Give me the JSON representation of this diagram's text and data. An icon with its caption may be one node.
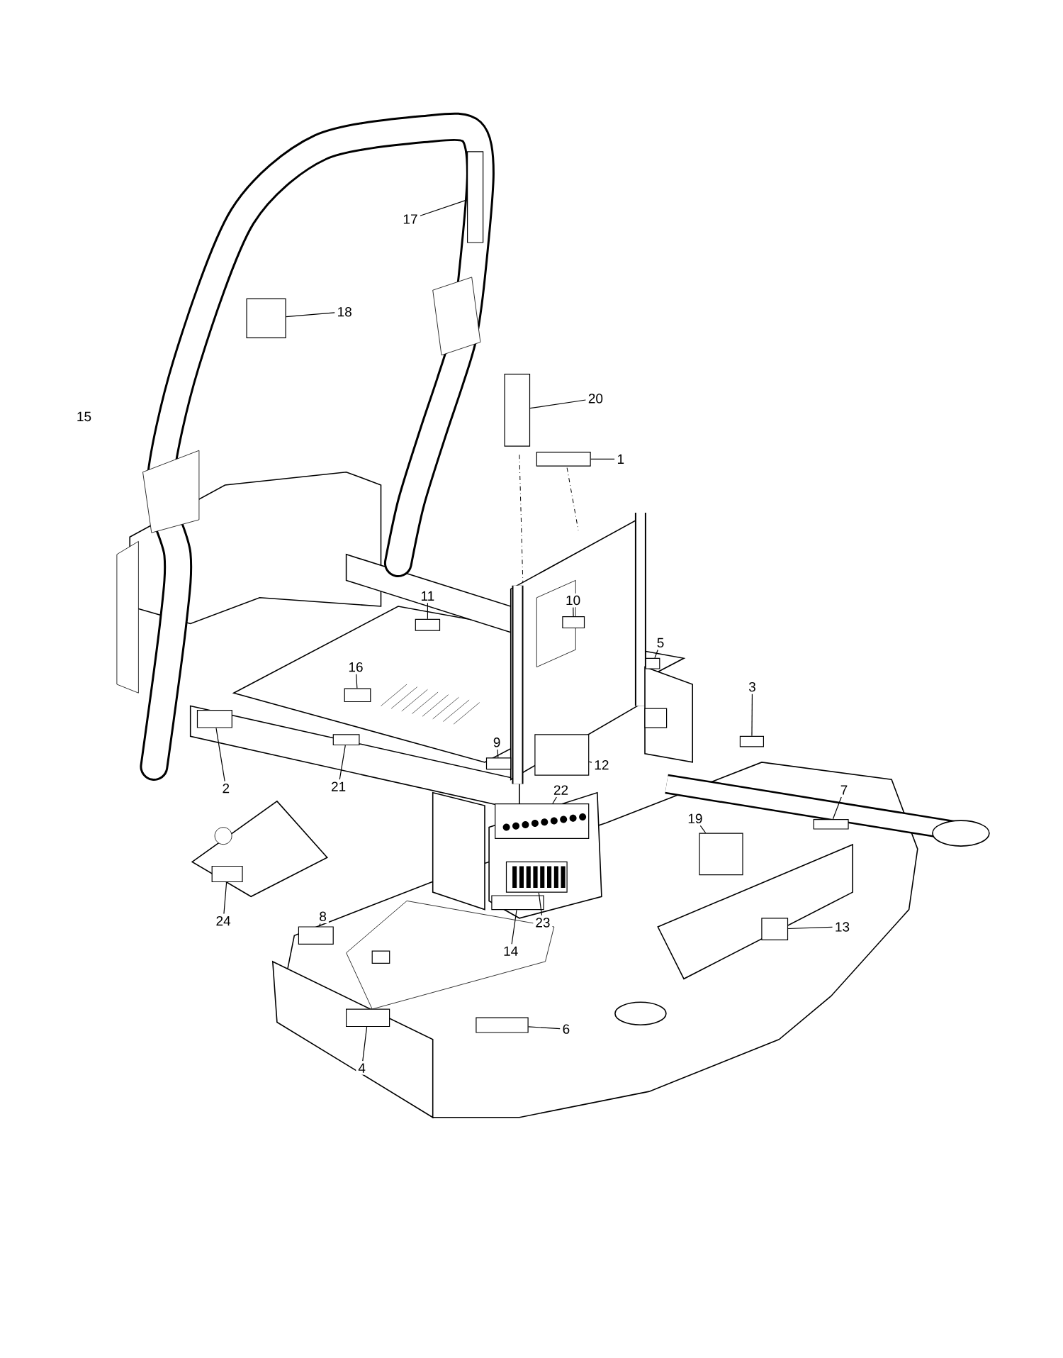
{
  "diagram": {
    "nodes": [
      {
        "text": [
          "17"
        ]
      },
      {
        "text": [
          "18"
        ]
      },
      {
        "text": [
          "20"
        ]
      },
      {
        "text": [
          "1"
        ]
      },
      {
        "text": [
          "11"
        ]
      },
      {
        "text": [
          "10"
        ]
      },
      {
        "text": [
          "16"
        ]
      },
      {
        "text": [
          "5"
        ]
      },
      {
        "text": [
          "3"
        ]
      },
      {
        "text": [
          "9"
        ]
      },
      {
        "text": [
          "12"
        ]
      },
      {
        "text": [
          "2"
        ]
      },
      {
        "text": [
          "21"
        ]
      },
      {
        "text": [
          "7"
        ]
      },
      {
        "text": [
          "22"
        ]
      },
      {
        "text": [
          "19"
        ]
      },
      {
        "text": [
          "24"
        ]
      },
      {
        "text": [
          "23"
        ]
      },
      {
        "text": [
          "14"
        ]
      },
      {
        "text": [
          "13"
        ]
      },
      {
        "text": [
          "8"
        ]
      },
      {
        "text": [
          "6"
        ]
      },
      {
        "text": [
          "4"
        ]
      },
      {
        "text": [],
        "shape": "box"
      },
      {
        "text": [],
        "shape": "box"
      },
      {
        "text": [],
        "shape": "box"
      },
      {
        "text": [],
        "shape": "box"
      },
      {
        "text": [],
        "shape": "box"
      },
      {
        "text": [],
        "shape": "box"
      },
      {
        "text": [],
        "shape": "box"
      },
      {
        "text": [],
        "shape": "box"
      },
      {
        "text": [],
        "shape": "box"
      },
      {
        "text": [],
        "shape": "box"
      },
      {
        "text": [],
        "shape": "box"
      },
      {
        "text": [],
        "shape": "box"
      },
      {
        "text": [],
        "shape": "box"
      },
      {
        "text": [],
        "shape": "box"
      },
      {
        "text": [],
        "shape": "box"
      },
      {
        "text": [],
        "shape": "box"
      },
      {
        "text": [],
        "shape": "box"
      },
      {
        "text": [],
        "shape": "box"
      },
      {
        "text": [],
        "shape": "box"
      },
      {
        "text": [],
        "shape": "box"
      },
      {
        "text": [],
        "shape": "box"
      },
      {
        "text": [],
        "shape": "box"
      },
      {
        "text": [],
        "shape": "box"
      }
    ],
    "edges": [
      {
        "from": 0,
        "to": 23,
        "arrow": "none"
      },
      {
        "from": 1,
        "to": 24,
        "arrow": "none"
      },
      {
        "from": 2,
        "to": 25,
        "arrow": "none"
      },
      {
        "from": 3,
        "to": 26,
        "arrow": "none"
      },
      {
        "from": 4,
        "to": 27,
        "arrow": "none"
      },
      {
        "from": 5,
        "to": 28,
        "arrow": "none"
      },
      {
        "from": 6,
        "to": 29,
        "arrow": "none"
      },
      {
        "from": 7,
        "to": 30,
        "arrow": "none"
      },
      {
        "from": 8,
        "to": 31,
        "arrow": "none"
      },
      {
        "from": 9,
        "to": 32,
        "arrow": "none"
      },
      {
        "from": 10,
        "to": 33,
        "arrow": "none"
      },
      {
        "from": 11,
        "to": 34,
        "arrow": "none"
      },
      {
        "from": 12,
        "to": 35,
        "arrow": "none"
      },
      {
        "from": 13,
        "to": 36,
        "arrow": "none"
      },
      {
        "from": 14,
        "to": 37,
        "arrow": "none"
      },
      {
        "from": 15,
        "to": 38,
        "arrow": "none"
      },
      {
        "from": 16,
        "to": 39,
        "arrow": "none"
      },
      {
        "from": 17,
        "to": 40,
        "arrow": "none"
      },
      {
        "from": 18,
        "to": 41,
        "arrow": "none"
      },
      {
        "from": 19,
        "to": 42,
        "arrow": "none"
      },
      {
        "from": 20,
        "to": 43,
        "arrow": "none"
      },
      {
        "from": 21,
        "to": 44,
        "arrow": "none"
      },
      {
        "from": 22,
        "to": 45,
        "arrow": "none"
      }
    ],
    "labels": [
      "15"
    ]
  }
}
